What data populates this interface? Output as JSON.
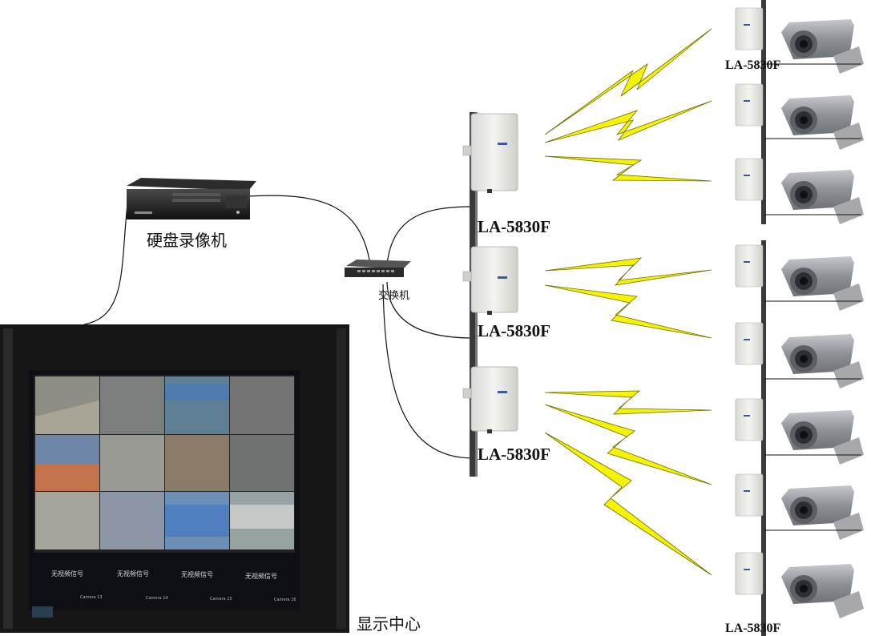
{
  "labels": {
    "dvr": "硬盘录像机",
    "switch": "交换机",
    "display_center": "显示中心",
    "bridge_top": "LA-5830F",
    "bridge_mid": "LA-5830F",
    "bridge_bottom": "LA-5830F",
    "remote_top": "LA-5830F",
    "remote_bottom": "LA-5830F"
  },
  "monitor": {
    "no_signal_labels": [
      "无视频信号",
      "无视频信号",
      "无视频信号",
      "无视频信号"
    ],
    "camera_labels": [
      "Camera 13",
      "Camera 14",
      "Camera 15",
      "Camera 16"
    ]
  },
  "colors": {
    "lightning": "#f4f400",
    "lightning_stroke": "#6b6b00",
    "cable": "#111111",
    "pole": "#3a3a3a",
    "antenna": "#e9e9e6",
    "camera": "#9a9ca0",
    "monitor_bezel": "#161616"
  }
}
